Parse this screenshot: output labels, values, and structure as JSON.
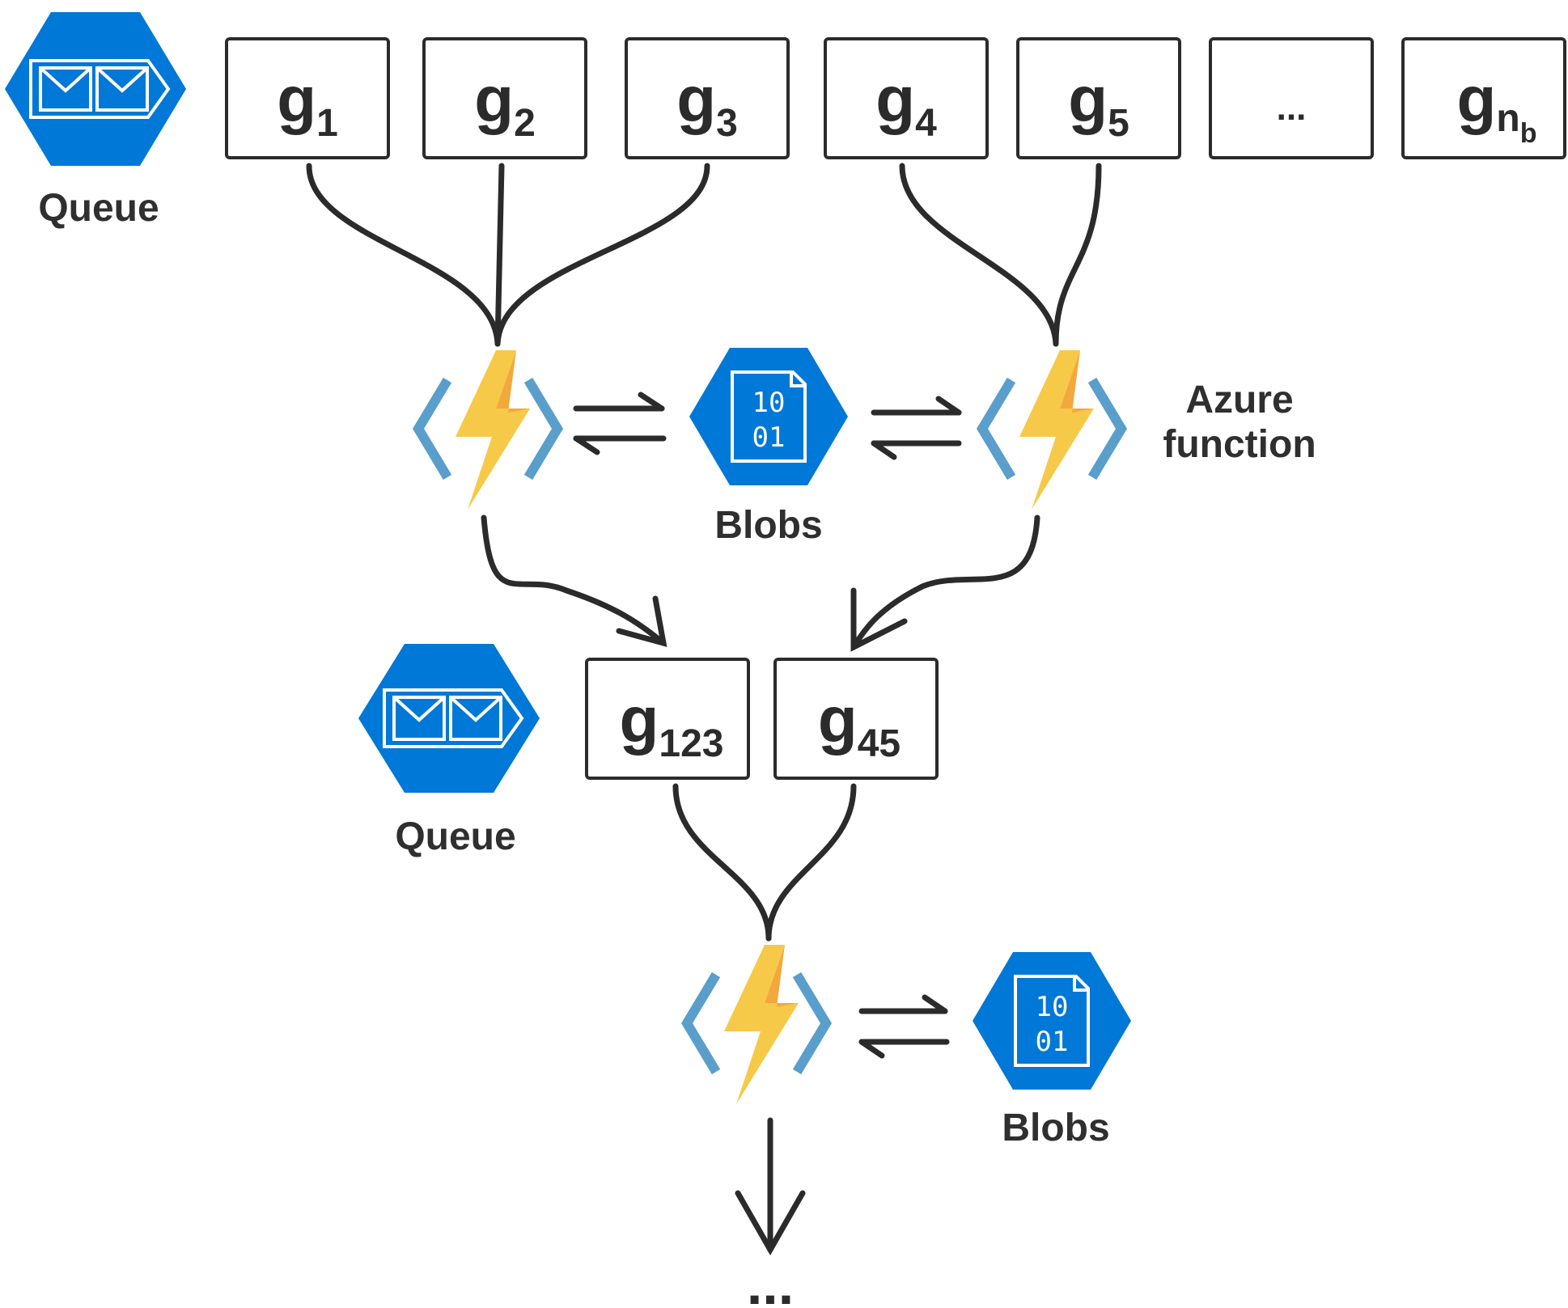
{
  "top_row": {
    "queue_label": "Queue",
    "boxes": [
      {
        "base": "g",
        "sub": "1"
      },
      {
        "base": "g",
        "sub": "2"
      },
      {
        "base": "g",
        "sub": "3"
      },
      {
        "base": "g",
        "sub": "4"
      },
      {
        "base": "g",
        "sub": "5"
      },
      {
        "base": "...",
        "sub": ""
      },
      {
        "base": "g",
        "sub": "n",
        "subsub": "b"
      }
    ]
  },
  "middle": {
    "blobs_label": "Blobs",
    "blob_bits_top": "10",
    "blob_bits_bottom": "01",
    "function_label_line1": "Azure",
    "function_label_line2": "function"
  },
  "second_row": {
    "queue_label": "Queue",
    "boxes": [
      {
        "base": "g",
        "sub": "123"
      },
      {
        "base": "g",
        "sub": "45"
      }
    ]
  },
  "bottom": {
    "blobs_label": "Blobs",
    "blob_bits_top": "10",
    "blob_bits_bottom": "01",
    "ellipsis": "..."
  },
  "colors": {
    "azure_blue": "#0078d7",
    "bolt_yellow": "#f7c948",
    "bolt_orange": "#f2a93b",
    "bracket_blue": "#5a9ecb",
    "line": "#2b2b2b"
  }
}
